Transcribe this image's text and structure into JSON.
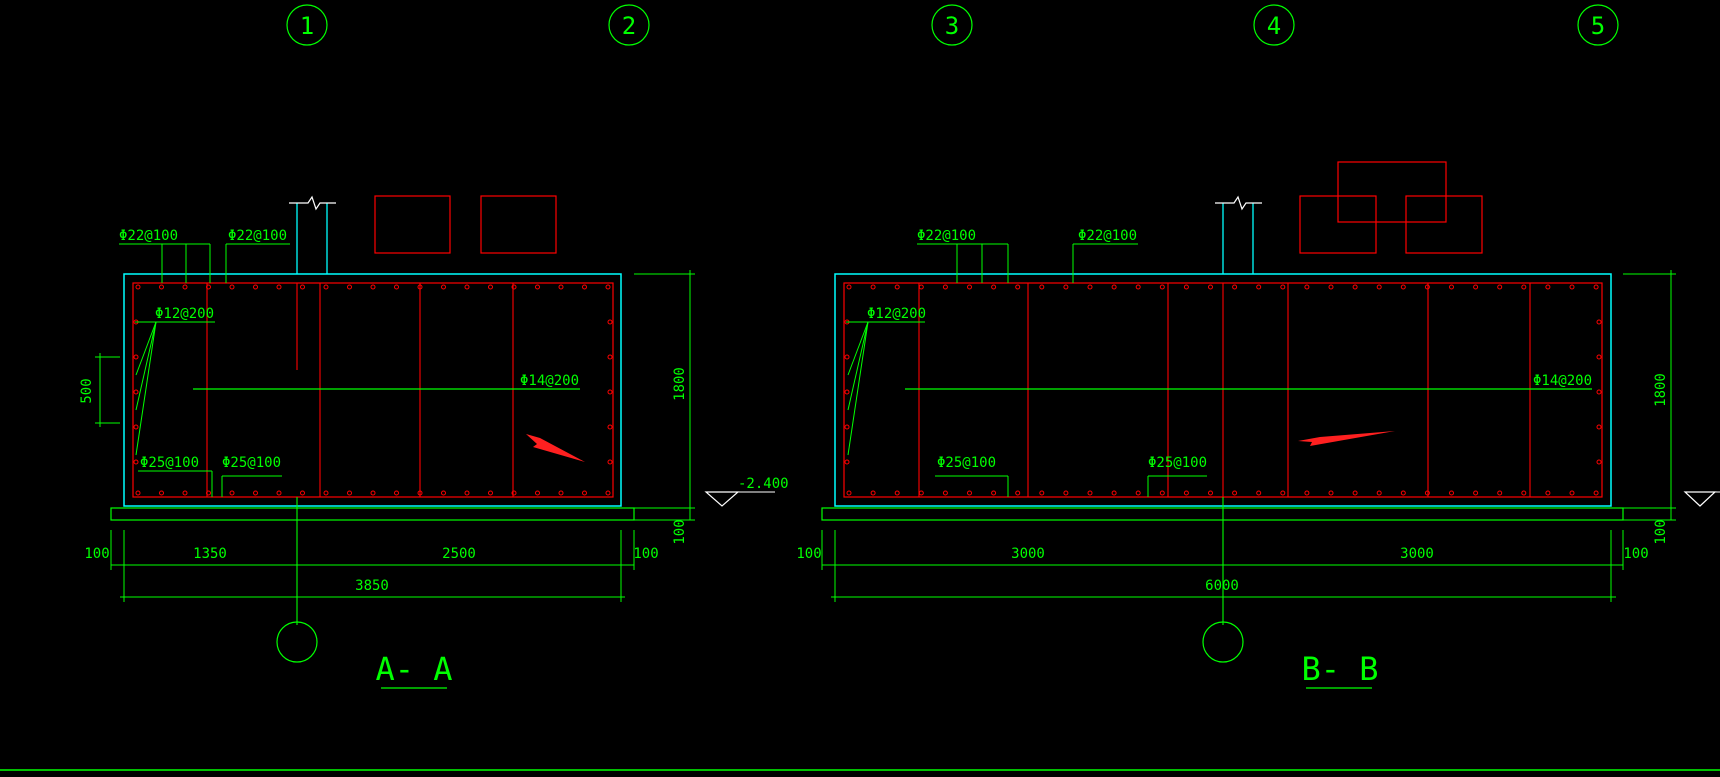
{
  "grid_axes": [
    "1",
    "2",
    "3",
    "4",
    "5"
  ],
  "section_titles": [
    "A- A",
    "B- B"
  ],
  "section_a": {
    "rebar_top_left": "Φ22@100",
    "rebar_top_mid": "Φ22@100",
    "rebar_side": "Φ12@200",
    "rebar_horizontal": "Φ14@200",
    "rebar_bottom_left": "Φ25@100",
    "rebar_bottom_mid": "Φ25@100",
    "height_dim": "1800",
    "height_dim_bottom": "100",
    "side_dim": "500",
    "elevation": "-2.400",
    "dim_left_edge": "100",
    "dim_span_1": "1350",
    "dim_span_2": "2500",
    "dim_right_edge": "100",
    "dim_total": "3850"
  },
  "section_b": {
    "rebar_top_left": "Φ22@100",
    "rebar_top_mid": "Φ22@100",
    "rebar_side": "Φ12@200",
    "rebar_horizontal": "Φ14@200",
    "rebar_bottom_left": "Φ25@100",
    "rebar_bottom_mid": "Φ25@100",
    "height_dim": "1800",
    "height_dim_bottom": "100",
    "dim_left_edge": "100",
    "dim_span_1": "3000",
    "dim_span_2": "3000",
    "dim_right_edge": "100",
    "dim_total": "6000"
  },
  "colors": {
    "background": "#000000",
    "dimension": "#00ff00",
    "outline": "#00ffff",
    "rebar": "#ff0000",
    "annotation_arrow": "#ff2020"
  }
}
